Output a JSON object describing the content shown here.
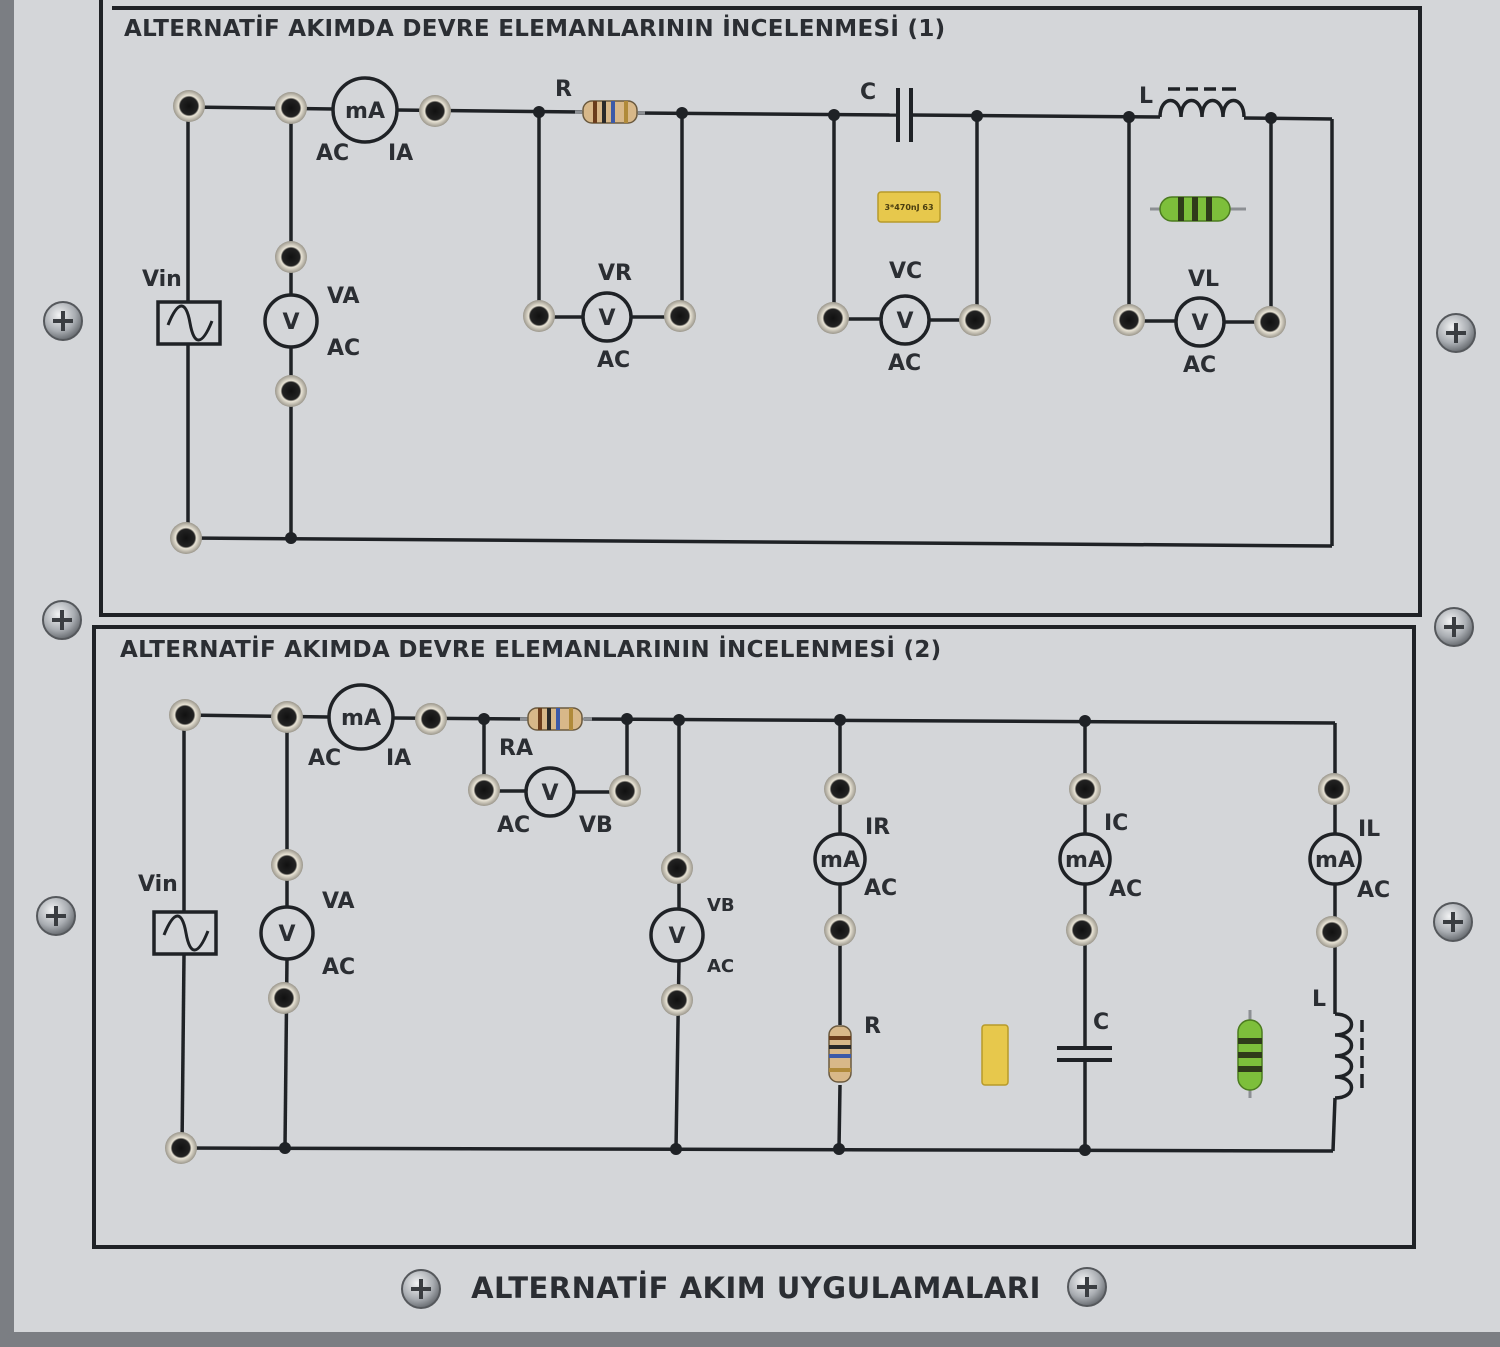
{
  "panel": {
    "footer_title": "ALTERNATİF AKIM UYGULAMALARI",
    "colors": {
      "board": "#d4d6d9",
      "line": "#1f2226",
      "label": "#2b2e33",
      "frame": "#1f2226"
    }
  },
  "circuit1": {
    "title": "ALTERNATİF AKIMDA DEVRE ELEMANLARININ İNCELENMESİ (1)",
    "source_label": "Vin",
    "ammeter": {
      "symbol": "mA",
      "mode": "AC",
      "name": "IA"
    },
    "voltmeter_a": {
      "symbol": "V",
      "name": "VA",
      "mode": "AC"
    },
    "resistor": {
      "name": "R"
    },
    "capacitor": {
      "name": "C",
      "component_marking": "3*470nJ 63"
    },
    "inductor": {
      "name": "L"
    },
    "voltmeter_r": {
      "symbol": "V",
      "name": "VR",
      "mode": "AC"
    },
    "voltmeter_c": {
      "symbol": "V",
      "name": "VC",
      "mode": "AC"
    },
    "voltmeter_l": {
      "symbol": "V",
      "name": "VL",
      "mode": "AC"
    }
  },
  "circuit2": {
    "title": "ALTERNATİF AKIMDA DEVRE ELEMANLARININ İNCELENMESİ (2)",
    "source_label": "Vin",
    "ammeter": {
      "symbol": "mA",
      "mode": "AC",
      "name": "IA"
    },
    "resistor_a": {
      "name": "RA"
    },
    "voltmeter_ra": {
      "symbol": "V",
      "mode": "AC",
      "name": "VB"
    },
    "voltmeter_a": {
      "symbol": "V",
      "name": "VA",
      "mode": "AC"
    },
    "voltmeter_b": {
      "symbol": "V",
      "name": "VB",
      "mode": "AC"
    },
    "branch_r": {
      "meter_symbol": "mA",
      "meter_name": "IR",
      "mode": "AC",
      "component": "R"
    },
    "branch_c": {
      "meter_symbol": "mA",
      "meter_name": "IC",
      "mode": "AC",
      "component": "C"
    },
    "branch_l": {
      "meter_symbol": "mA",
      "meter_name": "IL",
      "mode": "AC",
      "component": "L"
    }
  }
}
